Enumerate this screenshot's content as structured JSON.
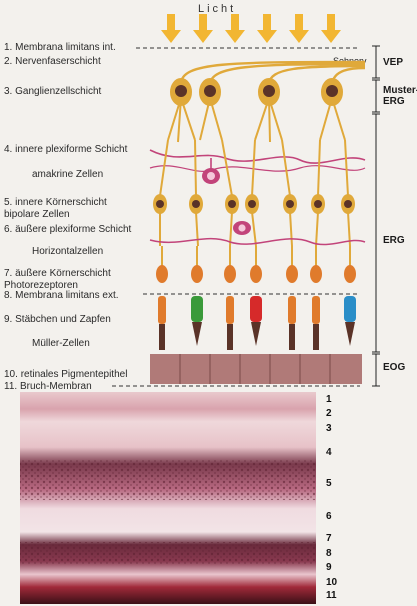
{
  "title": "Licht",
  "optic_nerve_label": "Sehnerv",
  "layers": [
    {
      "num": "1.",
      "text": "Membrana limitans int."
    },
    {
      "num": "2.",
      "text": "Nervenfaserschicht"
    },
    {
      "num": "3.",
      "text": "Ganglienzellschicht"
    },
    {
      "num": "4.",
      "text": "innere plexiforme Schicht"
    },
    {
      "num": "",
      "text": "amakrine Zellen"
    },
    {
      "num": "5.",
      "text": "innere Körnerschicht\nbipolare Zellen"
    },
    {
      "num": "6.",
      "text": "äußere plexiforme Schicht"
    },
    {
      "num": "",
      "text": "Horizontalzellen"
    },
    {
      "num": "7.",
      "text": "äußere Körnerschicht\nPhotorezeptoren"
    },
    {
      "num": "8.",
      "text": "Membrana limitans ext."
    },
    {
      "num": "9.",
      "text": "Stäbchen und Zapfen"
    },
    {
      "num": "",
      "text": "Müller-Zellen"
    },
    {
      "num": "10.",
      "text": "retinales Pigmentepithel"
    },
    {
      "num": "11.",
      "text": "Bruch-Membran"
    }
  ],
  "zones": [
    {
      "label": "VEP"
    },
    {
      "label": "Muster-\nERG"
    },
    {
      "label": "ERG"
    },
    {
      "label": "EOG"
    }
  ],
  "histology_numbers": [
    "1",
    "2",
    "3",
    "4",
    "5",
    "6",
    "7",
    "8",
    "9",
    "10",
    "11"
  ],
  "colors": {
    "light_arrow": "#f2b632",
    "neuron": "#e0a93a",
    "nucleus": "#5a3328",
    "amacrine": "#c2447a",
    "rod": "#e07b2c",
    "cone_green": "#3a9a3a",
    "cone_red": "#d62a2a",
    "cone_blue": "#2a8ec8",
    "pigment_epithelium": "#b07a78"
  }
}
